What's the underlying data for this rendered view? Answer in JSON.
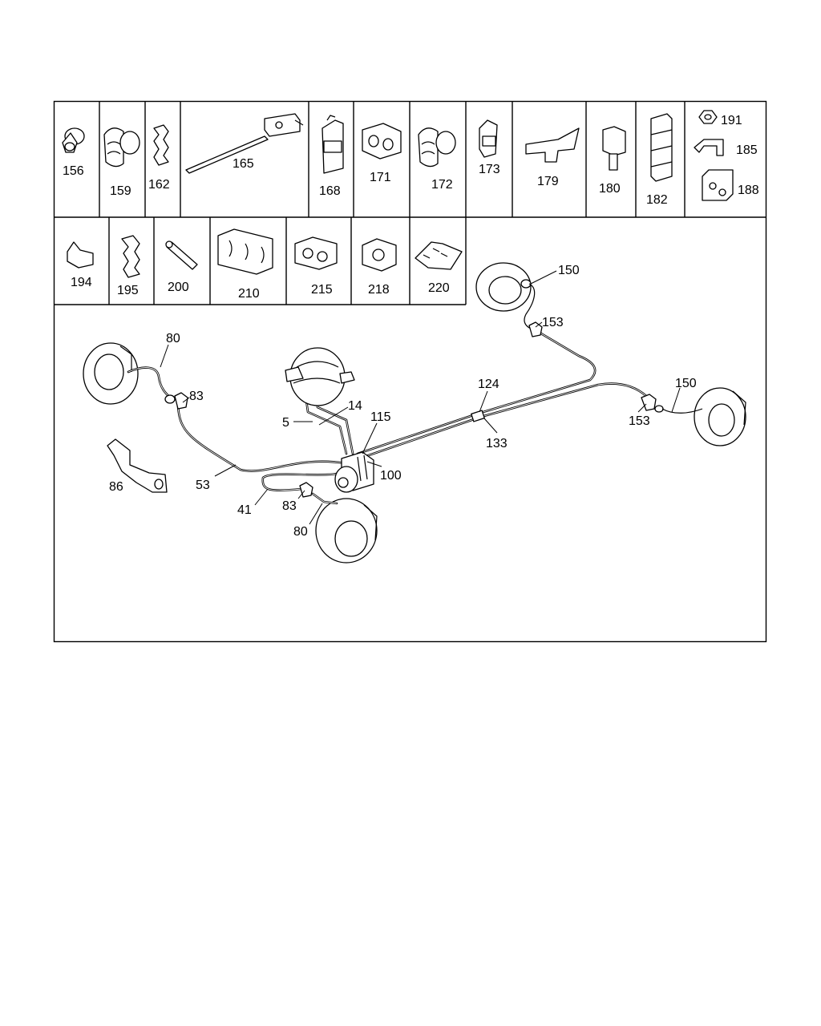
{
  "parts_row1": [
    "156",
    "159",
    "162",
    "165",
    "168",
    "171",
    "172",
    "173",
    "179",
    "180",
    "182",
    "191",
    "185",
    "188"
  ],
  "parts_row2": [
    "194",
    "195",
    "200",
    "210",
    "215",
    "218",
    "220"
  ],
  "callouts": {
    "c80_left": "80",
    "c83_left": "83",
    "c14": "14",
    "c5": "5",
    "c115": "115",
    "c100": "100",
    "c53": "53",
    "c86": "86",
    "c41": "41",
    "c83_bottom": "83",
    "c80_bottom": "80",
    "c124": "124",
    "c133": "133",
    "c150_top": "150",
    "c153_top": "153",
    "c150_right": "150",
    "c153_right": "153"
  }
}
